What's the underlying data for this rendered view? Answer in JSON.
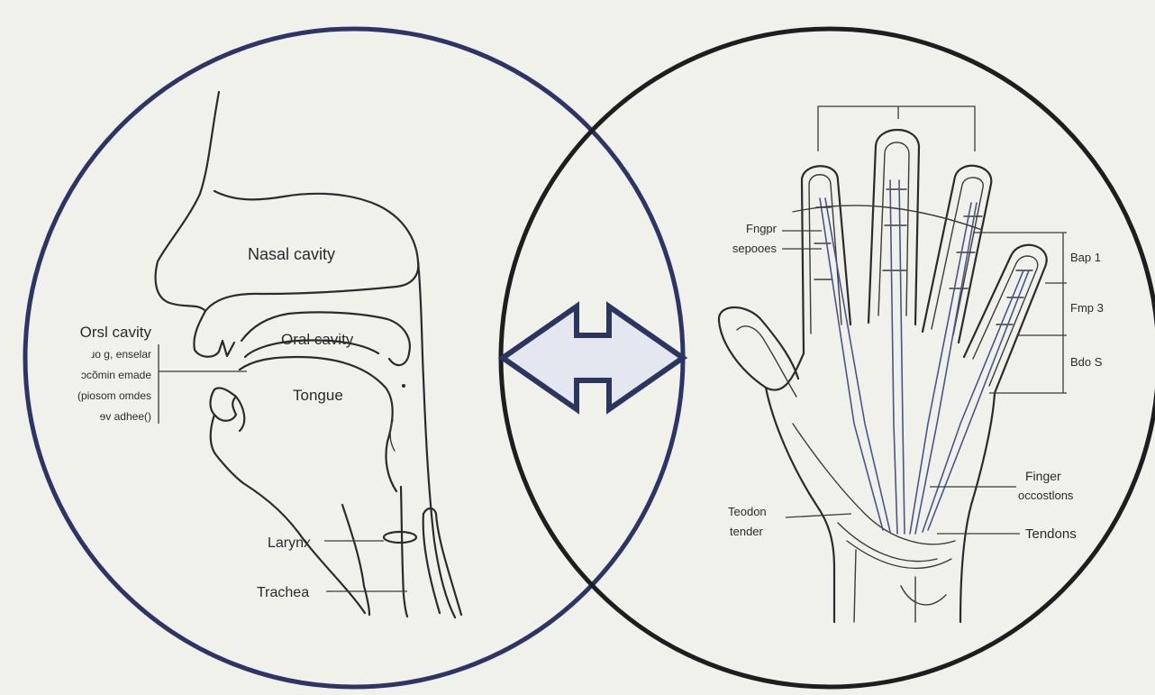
{
  "left_panel": {
    "labels": {
      "nasal_cavity": "Nasal cavity",
      "oral_cavity_inner": "Oral cavity",
      "tongue": "Tongue",
      "larynx": "Larynx",
      "trachea": "Trachea"
    },
    "side_note": {
      "title": "Orsl cavity",
      "lines": [
        "ɹo g, enselar",
        "ɔcõmin emade",
        "(piosom omdes",
        "ɘv adhee()"
      ]
    }
  },
  "right_panel": {
    "labels": {
      "finger_segments": [
        "Fngpr",
        "sepooes"
      ],
      "tendon_left": [
        "Teodon",
        "tender"
      ],
      "finger_right": [
        "Finger",
        "occostlons"
      ],
      "tendons": "Tendons"
    },
    "scale_marks": [
      "Bap 1",
      "Fmp 3",
      "Bdo S"
    ]
  },
  "colors": {
    "background": "#f1f1ec",
    "left_circle": "#2e3566",
    "right_circle": "#1e1e1e",
    "arrow_outline": "#2c3560",
    "arrow_fill": "#e4e7f0",
    "tendon": "#4a5488"
  },
  "icons": {
    "center_arrow": "double-headed-arrow-icon"
  }
}
